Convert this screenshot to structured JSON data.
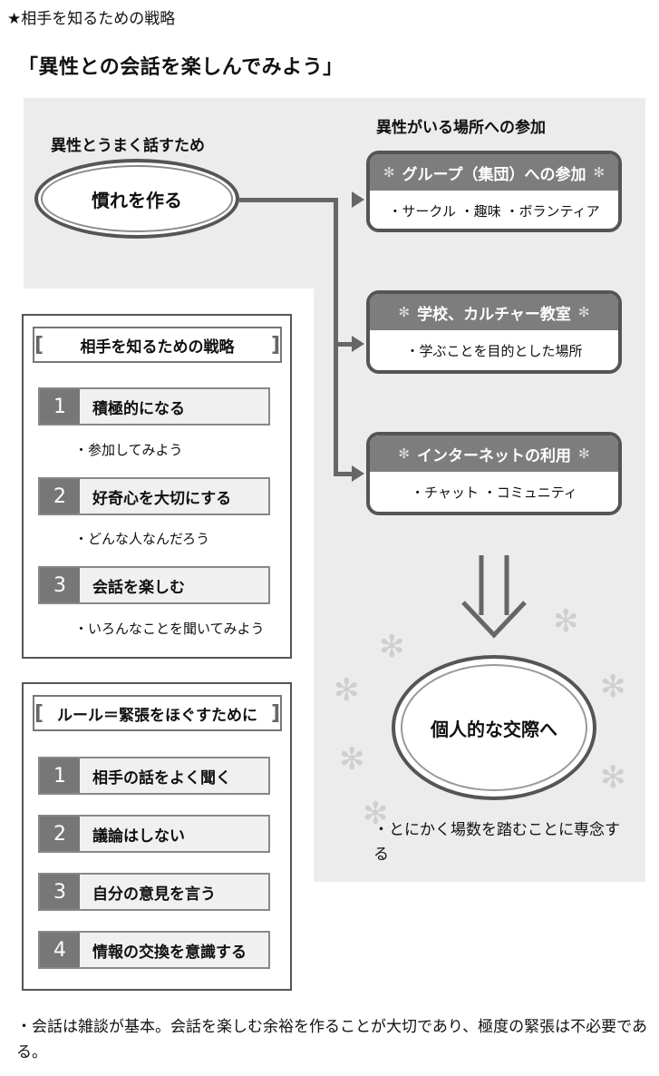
{
  "header": {
    "label": "★相手を知るための戦略"
  },
  "title": "「異性との会話を楽しんでみよう」",
  "flow": {
    "goal_label": "異性とうまく話すため",
    "goal": "慣れを作る",
    "participation_label": "異性がいる場所への参加",
    "places": [
      {
        "title": "グループ（集団）への参加",
        "items": "・サークル ・趣味 ・ボランティア"
      },
      {
        "title": "学校、カルチャー教室",
        "items": "・学ぶことを目的とした場所"
      },
      {
        "title": "インターネットの利用",
        "items": "・チャット ・コミュニティ"
      }
    ],
    "flake_icon": "✻",
    "outcome": "個人的な交際へ",
    "outcome_note": "・とにかく場数を踏むことに専念する"
  },
  "strategy": {
    "title": "相手を知るための戦略",
    "items": [
      {
        "num": "1",
        "label": "積極的になる",
        "sub": "・参加してみよう"
      },
      {
        "num": "2",
        "label": "好奇心を大切にする",
        "sub": "・どんな人なんだろう"
      },
      {
        "num": "3",
        "label": "会話を楽しむ",
        "sub": "・いろんなことを聞いてみよう"
      }
    ]
  },
  "rules": {
    "title": "ルール＝緊張をほぐすために",
    "items": [
      {
        "num": "1",
        "label": "相手の話をよく聞く"
      },
      {
        "num": "2",
        "label": "議論はしない"
      },
      {
        "num": "3",
        "label": "自分の意見を言う"
      },
      {
        "num": "4",
        "label": "情報の交換を意識する"
      }
    ]
  },
  "footnote": "・会話は雑談が基本。会話を楽しむ余裕を作ることが大切であり、極度の緊張は不必要である。",
  "colors": {
    "panel_bg": "#ececec",
    "accent_gray": "#7d7d7d",
    "border": "#555555"
  }
}
